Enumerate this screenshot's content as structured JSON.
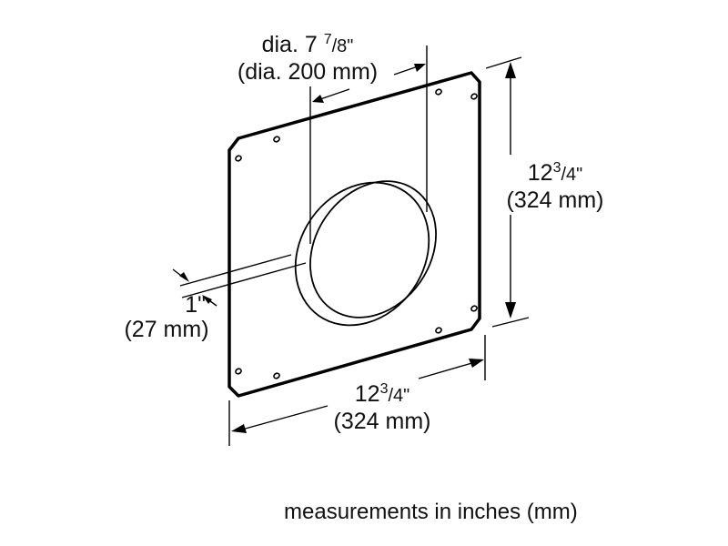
{
  "diagram": {
    "subject": "square duct mounting plate with circular collar",
    "labels": {
      "collar_diameter": {
        "imperial_prefix": "dia. 7 ",
        "imperial_num": "7",
        "imperial_rest": "/8\"",
        "metric": "(dia. 200 mm)"
      },
      "height": {
        "imperial_whole": "12",
        "imperial_num": "3",
        "imperial_rest": "/4\"",
        "metric": "(324 mm)"
      },
      "width": {
        "imperial_whole": "12",
        "imperial_num": "3",
        "imperial_rest": "/4\"",
        "metric": "(324 mm)"
      },
      "collar_depth": {
        "imperial": "1\"",
        "metric": "(27 mm)"
      }
    },
    "caption": "measurements in inches (mm)",
    "colors": {
      "line": "#000000",
      "text": "#111111",
      "background": "#ffffff"
    }
  }
}
